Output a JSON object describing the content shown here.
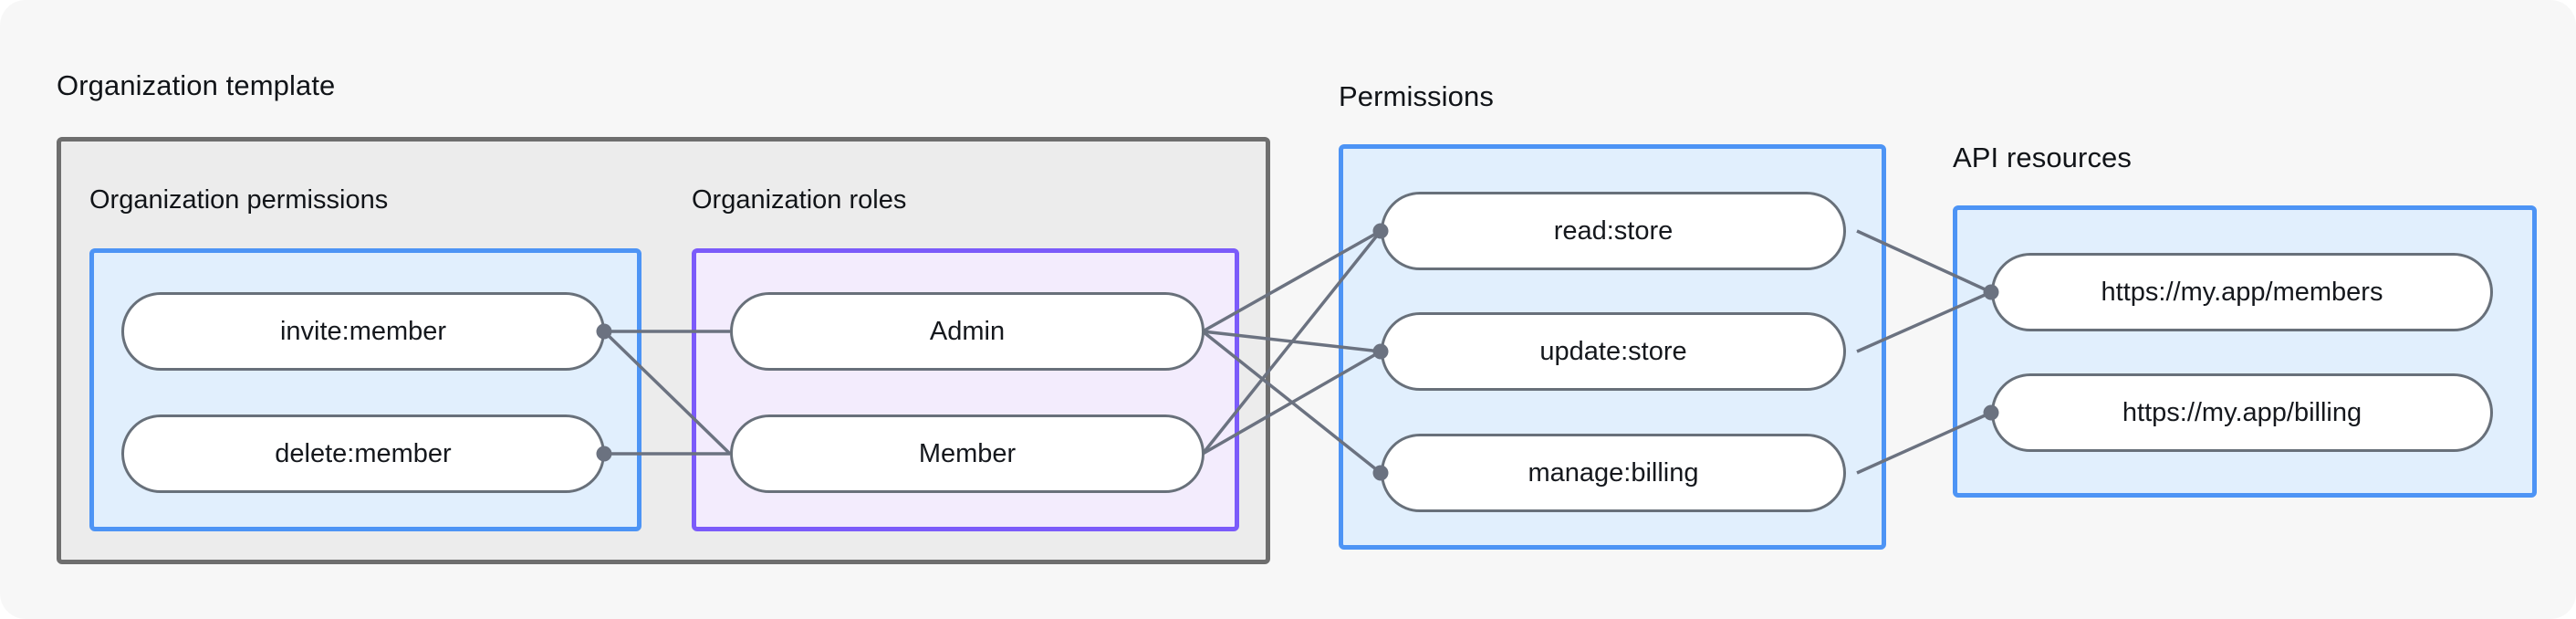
{
  "diagram": {
    "title_groups": [
      {
        "key": "organization_template",
        "label": "Organization template"
      },
      {
        "key": "permissions",
        "label": "Permissions"
      },
      {
        "key": "api_resources",
        "label": "API resources"
      }
    ],
    "sub_groups": [
      {
        "key": "organization_permissions",
        "label": "Organization permissions"
      },
      {
        "key": "organization_roles",
        "label": "Organization roles"
      }
    ],
    "organization_permissions": {
      "label": "Organization permissions",
      "accent": "#4d94f5",
      "fill": "#e1effd",
      "nodes": [
        {
          "id": "invite-member",
          "label": "invite:member"
        },
        {
          "id": "delete-member",
          "label": "delete:member"
        }
      ]
    },
    "organization_roles": {
      "label": "Organization roles",
      "accent": "#7b5bfa",
      "fill": "#f3ecfd",
      "nodes": [
        {
          "id": "admin",
          "label": "Admin"
        },
        {
          "id": "member",
          "label": "Member"
        }
      ]
    },
    "permissions": {
      "label": "Permissions",
      "accent": "#4d94f5",
      "fill": "#e1effd",
      "nodes": [
        {
          "id": "read-store",
          "label": "read:store"
        },
        {
          "id": "update-store",
          "label": "update:store"
        },
        {
          "id": "manage-billing",
          "label": "manage:billing"
        }
      ]
    },
    "api_resources": {
      "label": "API resources",
      "accent": "#4d94f5",
      "fill": "#e1effd",
      "nodes": [
        {
          "id": "members-url",
          "label": "https://my.app/members"
        },
        {
          "id": "billing-url",
          "label": "https://my.app/billing"
        }
      ]
    },
    "organization_template": {
      "label": "Organization template",
      "accent": "#6e6e6e",
      "fill": "#ececec"
    },
    "edges": [
      {
        "from": "invite-member",
        "to": "admin"
      },
      {
        "from": "invite-member",
        "to": "member"
      },
      {
        "from": "delete-member",
        "to": "member"
      },
      {
        "from": "admin",
        "to": "read-store"
      },
      {
        "from": "admin",
        "to": "update-store"
      },
      {
        "from": "admin",
        "to": "manage-billing"
      },
      {
        "from": "member",
        "to": "read-store"
      },
      {
        "from": "member",
        "to": "update-store"
      },
      {
        "from": "read-store",
        "to": "members-url"
      },
      {
        "from": "update-store",
        "to": "members-url"
      },
      {
        "from": "manage-billing",
        "to": "billing-url"
      }
    ],
    "edge_color": "#6b7280",
    "page_background": "#f7f7f7"
  }
}
